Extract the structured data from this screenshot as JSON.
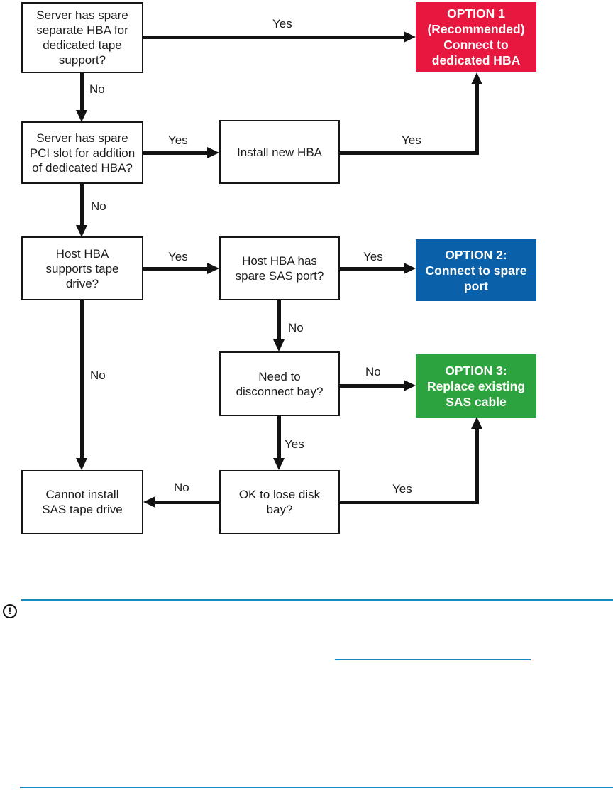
{
  "flowchart": {
    "boxes": [
      {
        "name": "q-spare-hba",
        "text": "Server has spare\nseparate HBA for\ndedicated tape\nsupport?"
      },
      {
        "name": "q-spare-pci",
        "text": "Server has spare\nPCI slot for addition\nof dedicated HBA?"
      },
      {
        "name": "install-hba",
        "text": "Install new HBA"
      },
      {
        "name": "q-supports-tape",
        "text": "Host HBA\nsupports tape\ndrive?"
      },
      {
        "name": "q-spare-sas-port",
        "text": "Host HBA has\nspare SAS port?"
      },
      {
        "name": "q-need-disconnect",
        "text": "Need to\ndisconnect bay?"
      },
      {
        "name": "q-ok-lose-bay",
        "text": "OK to lose disk\nbay?"
      },
      {
        "name": "cannot-install",
        "text": "Cannot install\nSAS tape drive"
      }
    ],
    "options": [
      {
        "name": "option-1",
        "text": "OPTION 1\n(Recommended)\nConnect to\ndedicated HBA",
        "color": "#e7173f"
      },
      {
        "name": "option-2",
        "text": "OPTION 2:\nConnect to spare\nport",
        "color": "#0b60aa"
      },
      {
        "name": "option-3",
        "text": "OPTION 3:\nReplace existing\nSAS cable",
        "color": "#2ca33e"
      }
    ],
    "labels": {
      "yes": "Yes",
      "no": "No"
    },
    "colors": {
      "arrow": "#121212",
      "rule": "#1789c0",
      "link": "#1789c0"
    }
  },
  "note": {
    "icon_glyph": "!"
  }
}
